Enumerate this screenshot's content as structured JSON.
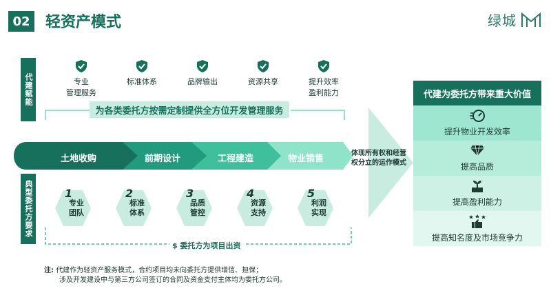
{
  "header": {
    "number": "02",
    "title": "轻资产模式",
    "logo_text": "绿城"
  },
  "left_labels": {
    "top": "代建赋能",
    "bottom": "典型委托方要求"
  },
  "empowerment_items": [
    {
      "label_line1": "专业",
      "label_line2": "管理服务",
      "icon": "shield-check-icon"
    },
    {
      "label_line1": "标准体系",
      "label_line2": "",
      "icon": "shield-check-icon"
    },
    {
      "label_line1": "品牌输出",
      "label_line2": "",
      "icon": "shield-check-icon"
    },
    {
      "label_line1": "资源共享",
      "label_line2": "",
      "icon": "shield-check-icon"
    },
    {
      "label_line1": "提升效率",
      "label_line2": "盈利能力",
      "icon": "shield-check-icon"
    }
  ],
  "banner_text": "为各类委托方按需定制提供全方位开发管理服务",
  "stages": [
    "土地收购",
    "前期设计",
    "工程建造",
    "物业销售"
  ],
  "requirements": [
    {
      "num": "1",
      "line1": "专业",
      "line2": "团队"
    },
    {
      "num": "2",
      "line1": "标准",
      "line2": "体系"
    },
    {
      "num": "3",
      "line1": "品质",
      "line2": "管控"
    },
    {
      "num": "4",
      "line1": "资源",
      "line2": "支持"
    },
    {
      "num": "5",
      "line1": "利润",
      "line2": "实现"
    }
  ],
  "funding_text": "委托方为项目出资",
  "funding_symbol": "$",
  "chevron_text": {
    "line1": "体现所有权和经营",
    "line2": "权分立的运作模式"
  },
  "value_panel": {
    "title": "代建为委托方带来重大价值",
    "items": [
      {
        "label": "提升物业开发效率",
        "icon": "speed-clock-icon"
      },
      {
        "label": "提高品质",
        "icon": "diamond-trophy-icon"
      },
      {
        "label": "提高盈利能力",
        "icon": "money-plant-icon"
      },
      {
        "label": "提高知名度及市场竞争力",
        "icon": "thumbs-up-stars-icon"
      }
    ]
  },
  "note": {
    "prefix": "注:",
    "line1": "代建作为轻资产服务模式，合约项目均未向委托方提供增信、担保；",
    "line2": "涉及开发建设中与第三方公司签订的合同及资金支付主体均为委托方公司。"
  },
  "colors": {
    "dark": "#17705c",
    "mid": "#3fbf9b",
    "light": "#6fd8b8",
    "pale": "#c9ece0"
  }
}
